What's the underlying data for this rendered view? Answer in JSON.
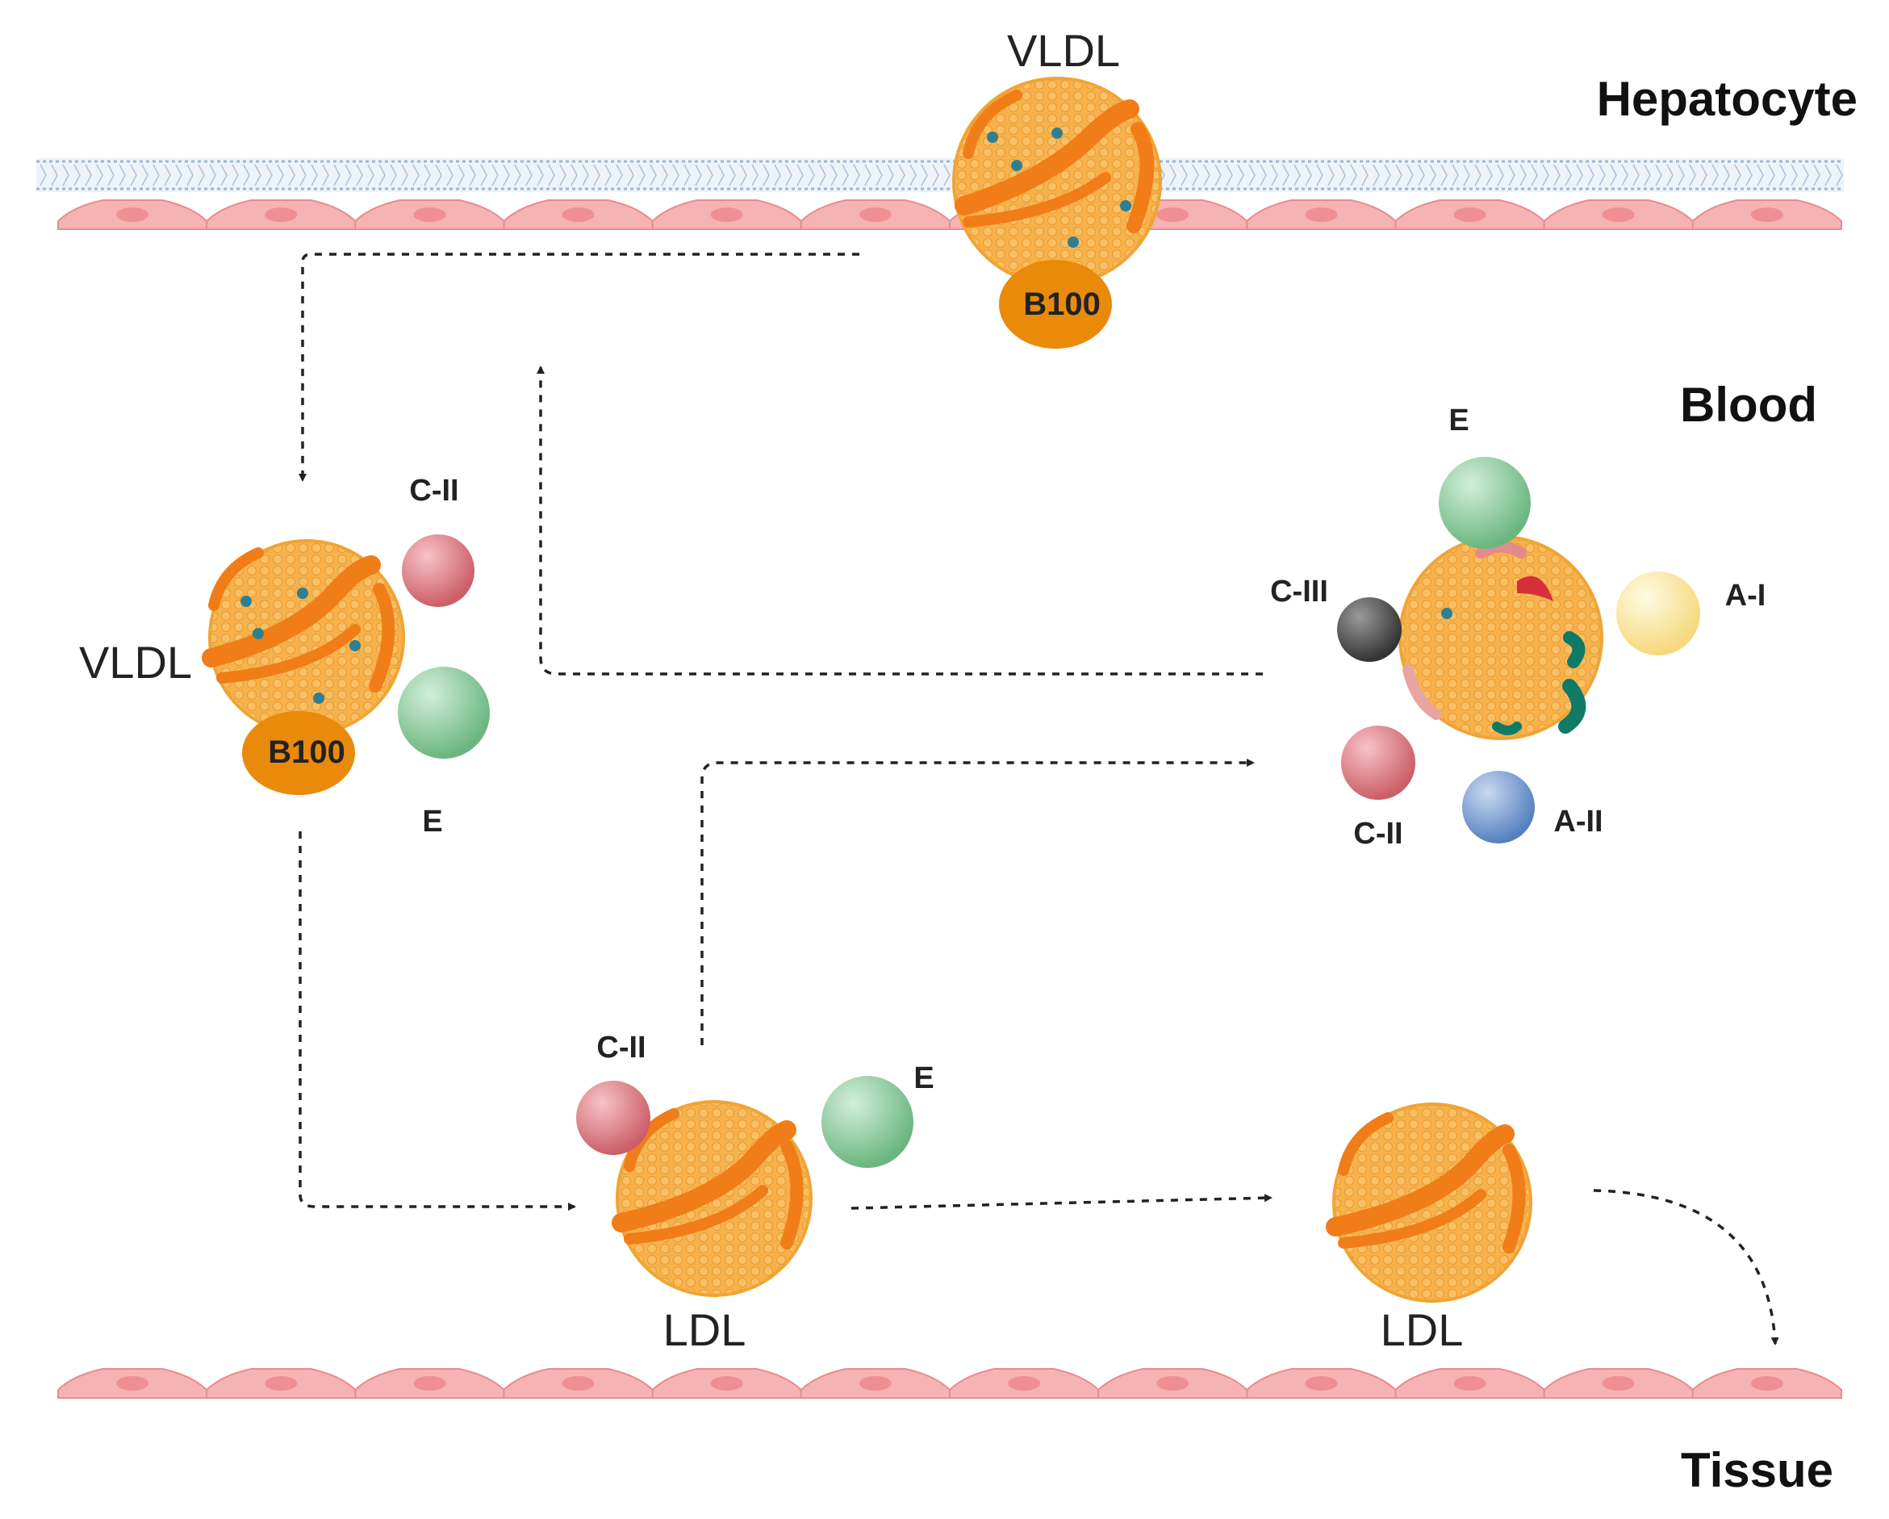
{
  "regions": {
    "hepatocyte": "Hepatocyte",
    "blood": "Blood",
    "tissue": "Tissue"
  },
  "particles": {
    "vldl_top": {
      "label": "VLDL",
      "apo": "B100"
    },
    "vldl_left": {
      "label": "VLDL",
      "apo": "B100",
      "apo_c2": "C-II",
      "apo_e": "E"
    },
    "hdl_right": {
      "apo_e": "E",
      "apo_c3": "C-III",
      "apo_a1": "A-I",
      "apo_c2": "C-II",
      "apo_a2": "A-II"
    },
    "ldl_middle": {
      "label": "LDL",
      "apo_c2": "C-II",
      "apo_e": "E"
    },
    "ldl_right": {
      "label": "LDL"
    }
  },
  "colors": {
    "particle_orange": "#f7ae45",
    "band_orange": "#f07d18",
    "b100_orange": "#e98a0a",
    "membrane_blue": "#b9cde3",
    "cell_pink": "#f6b3b3",
    "apo_red": "#d9737a",
    "apo_green": "#86c896",
    "apo_grey": "#4a4a4a",
    "apo_yellow": "#fbe59a",
    "apo_blue": "#6d93cb"
  }
}
